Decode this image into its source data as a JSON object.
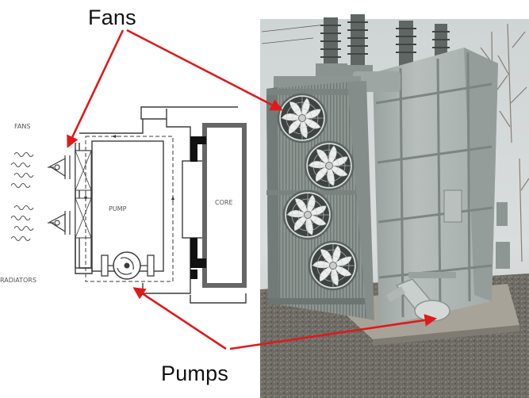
{
  "callouts": {
    "fans": "Fans",
    "pumps": "Pumps"
  },
  "schematic": {
    "fans_label": "FANS",
    "pump_label": "PUMP",
    "core_label": "CORE",
    "radiators_label": "RADIATORS"
  },
  "colors": {
    "arrow_red": "#e0191b",
    "schematic_line": "#3b3b3b",
    "transformer_gray": "#a9b1ae",
    "fan_blade": "#eceeee",
    "gravel": "#6e6a64",
    "sky": "#d9dddd"
  },
  "icons": {
    "fan": "fan-icon",
    "pump": "pump-icon",
    "airflow": "airflow-wave-icon"
  }
}
